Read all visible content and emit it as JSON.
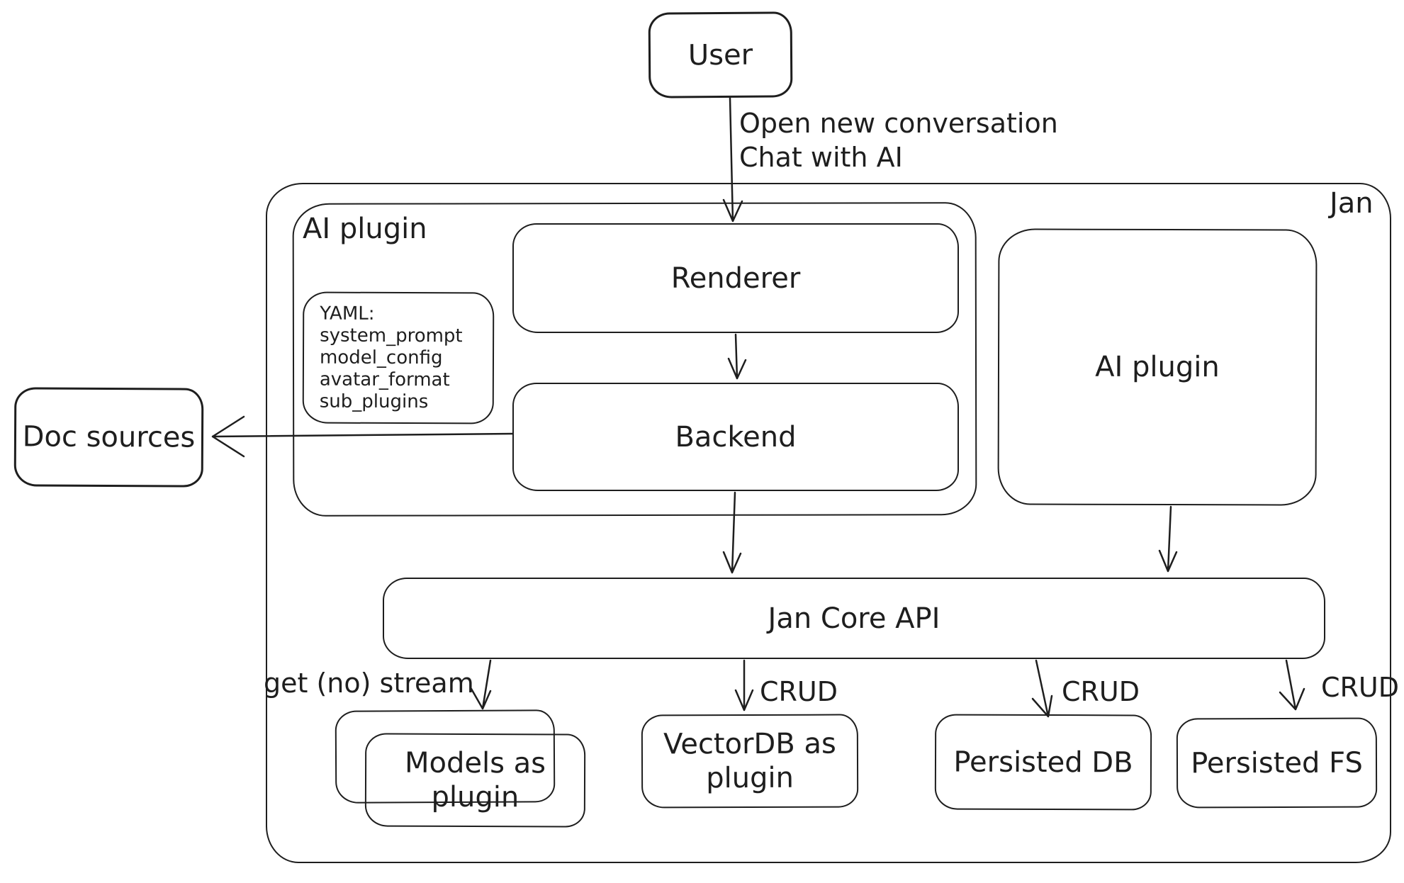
{
  "diagram": {
    "colors": {
      "stroke": "#1e1e1e",
      "background": "#ffffff"
    },
    "nodes": {
      "user": {
        "label": "User"
      },
      "jan_container": {
        "label": "Jan"
      },
      "ai_plugin_container": {
        "label": "AI plugin"
      },
      "renderer": {
        "label": "Renderer"
      },
      "yaml_note": {
        "lines": [
          "YAML:",
          "system_prompt",
          "model_config",
          "avatar_format",
          "sub_plugins"
        ]
      },
      "backend": {
        "label": "Backend"
      },
      "ai_plugin_right": {
        "label": "AI plugin"
      },
      "doc_sources": {
        "label": "Doc sources"
      },
      "jan_core_api": {
        "label": "Jan Core API"
      },
      "models_as_plugin": {
        "label": "Models as plugin"
      },
      "vectordb_as_plugin": {
        "label": "VectorDB as plugin"
      },
      "persisted_db": {
        "label": "Persisted DB"
      },
      "persisted_fs": {
        "label": "Persisted FS"
      }
    },
    "edge_labels": {
      "user_flow_line1": "Open new conversation",
      "user_flow_line2": "Chat with AI",
      "models_edge": "get (no) stream",
      "vectordb_edge": "CRUD",
      "persisted_db_edge": "CRUD",
      "persisted_fs_edge": "CRUD"
    }
  }
}
